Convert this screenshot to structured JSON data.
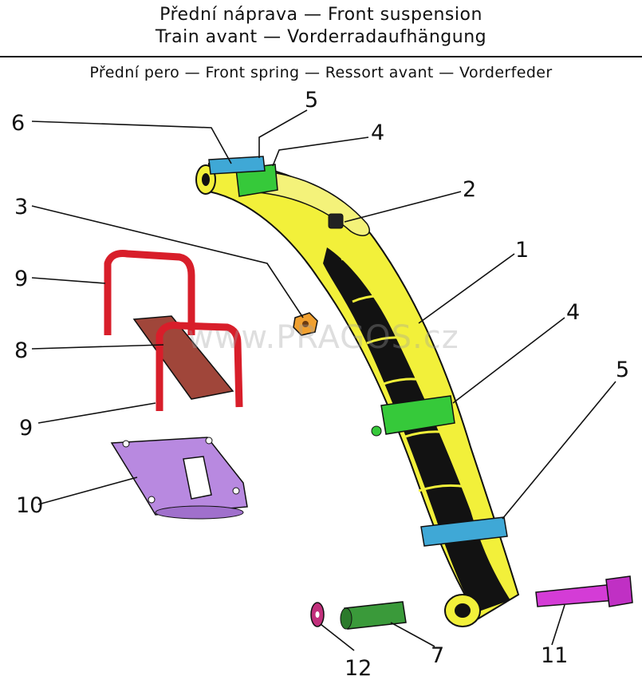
{
  "header": {
    "title_line1": "Přední náprava — Front suspension",
    "title_line2": "Train avant — Vorderradaufhängung",
    "subtitle": "Přední pero — Front spring — Ressort avant — Vorderfeder"
  },
  "watermark": "www.PRAGOS.cz",
  "callouts": {
    "c1": "1",
    "c2": "2",
    "c3": "3",
    "c4a": "4",
    "c4b": "4",
    "c5a": "5",
    "c5b": "5",
    "c6": "6",
    "c7": "7",
    "c8": "8",
    "c9a": "9",
    "c9b": "9",
    "c10": "10",
    "c11": "11",
    "c12": "12"
  },
  "colors": {
    "spring_yellow": "#f2f03a",
    "spring_black": "#121212",
    "clip_green": "#36c93a",
    "clip_blue": "#3fa8d6",
    "ubolt_red": "#d81e2a",
    "plate_brown": "#a0463a",
    "seat_purple": "#b889e0",
    "bolt_magenta": "#d43cd6",
    "washer_magenta": "#c2307c",
    "bushing_green": "#3a9a3a",
    "nut_orange": "#f0a030"
  }
}
